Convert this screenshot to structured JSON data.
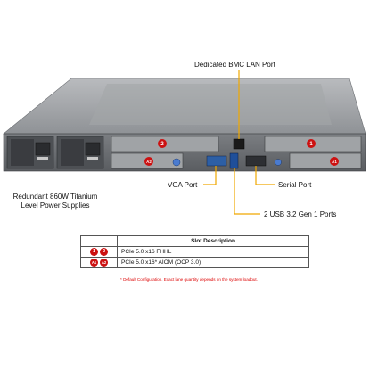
{
  "callouts": {
    "bmc_lan": "Dedicated BMC LAN Port",
    "power_supplies": "Redundant 860W Titanium Level Power Supplies",
    "vga": "VGA Port",
    "serial": "Serial Port",
    "usb": "2 USB 3.2 Gen 1 Ports"
  },
  "slot_badges": {
    "top_left": "2",
    "top_right": "1",
    "bottom_left": "A2",
    "bottom_right": "A1"
  },
  "legend": {
    "header": "Slot Description",
    "rows": [
      {
        "ids": [
          "1",
          "2"
        ],
        "desc": "PCIe 5.0 x16 FHHL"
      },
      {
        "ids": [
          "A1",
          "A2"
        ],
        "desc": "PCIe 5.0 x16* AIOM (OCP 3.0)"
      }
    ]
  },
  "footnote": "* Default Configuration. Exact lane quantity depends on the system loadout.",
  "colors": {
    "callout_line": "#f0a800",
    "badge": "#cc1111",
    "chassis_top": "#a8aaad",
    "chassis_rear": "#6b6e72"
  }
}
